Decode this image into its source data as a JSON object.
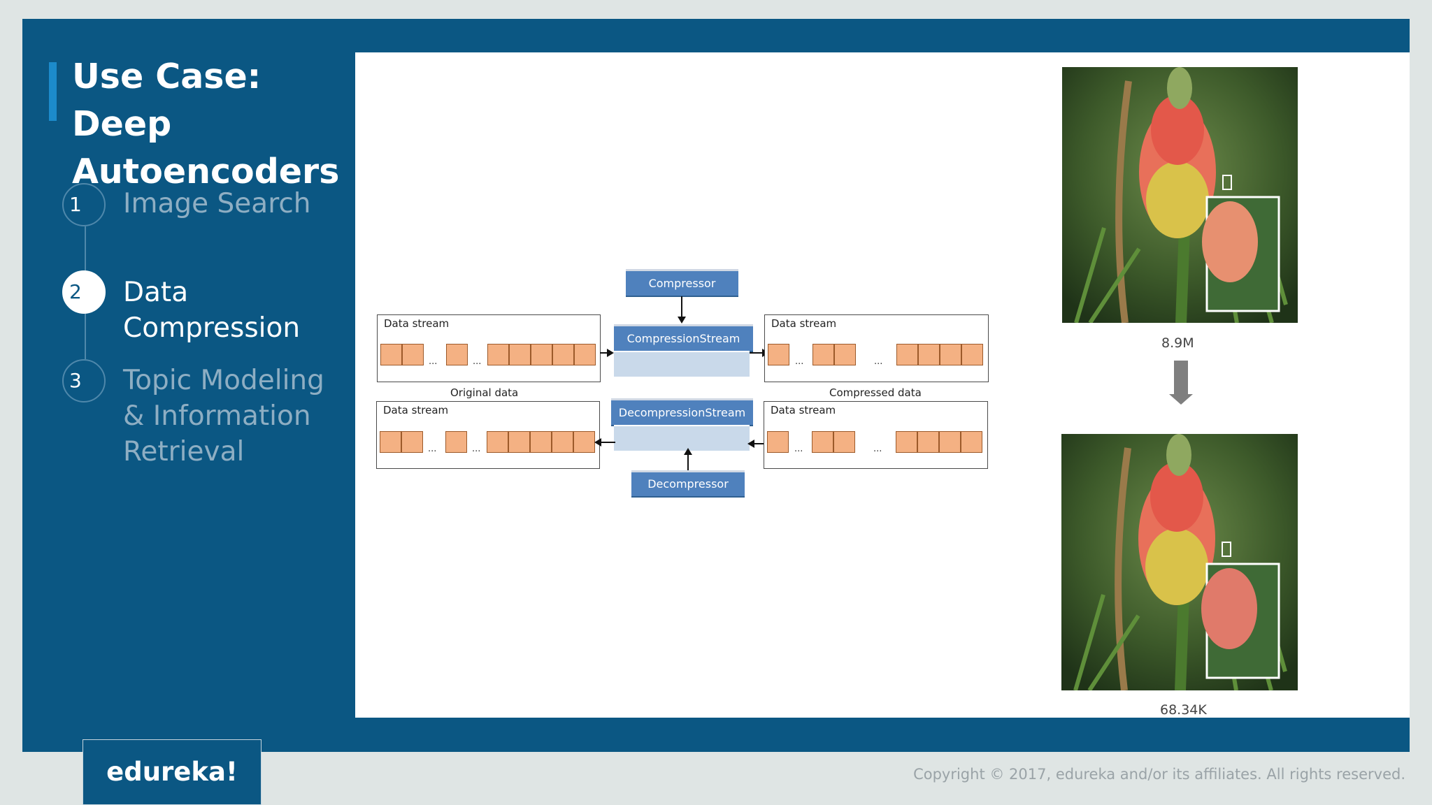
{
  "slide": {
    "title": "Use Case: Deep Autoencoders",
    "steps": [
      {
        "number": "1",
        "label": "Image Search",
        "active": false
      },
      {
        "number": "2",
        "label": "Data Compression",
        "active": true
      },
      {
        "number": "3",
        "label": "Topic Modeling & Information Retrieval",
        "active": false
      }
    ]
  },
  "diagram": {
    "compressor": "Compressor",
    "compression_stream": "CompressionStream",
    "decompression_stream": "DecompressionStream",
    "decompressor": "Decompressor",
    "data_stream_label": "Data stream",
    "ellipsis": "...",
    "original_caption": "Original data",
    "compressed_caption": "Compressed data"
  },
  "images": {
    "before_size": "8.9M",
    "after_size": "68.34K"
  },
  "footer": {
    "logo": "edureka!",
    "copyright": "Copyright © 2017, edureka and/or its affiliates. All rights reserved."
  }
}
